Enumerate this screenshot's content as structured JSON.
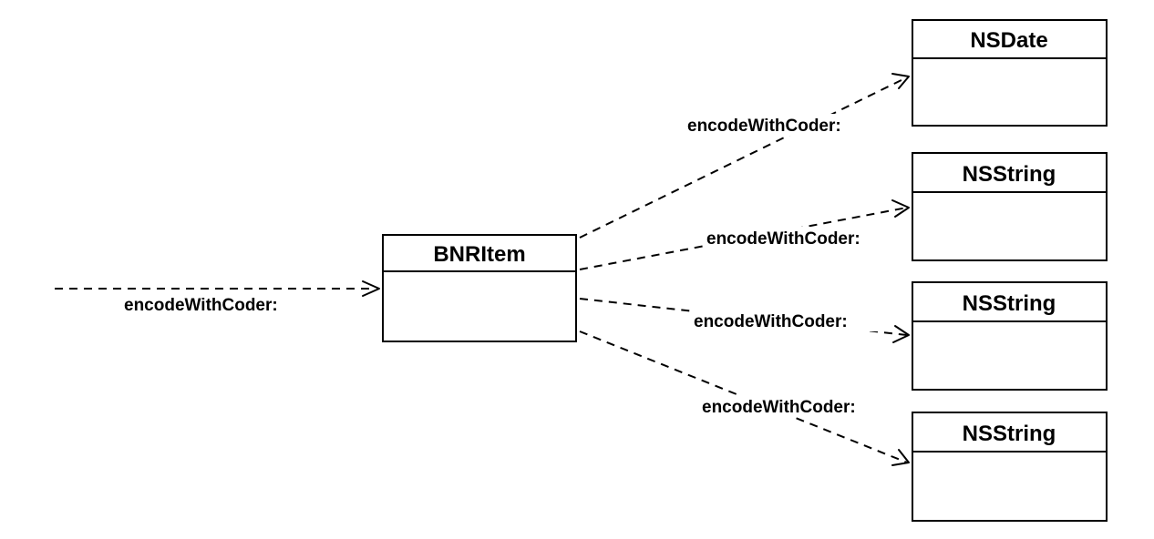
{
  "diagram": {
    "boxes": {
      "bnritem": {
        "title": "BNRItem"
      },
      "nsdate": {
        "title": "NSDate"
      },
      "nsstring1": {
        "title": "NSString"
      },
      "nsstring2": {
        "title": "NSString"
      },
      "nsstring3": {
        "title": "NSString"
      }
    },
    "messages": {
      "incoming": "encodeWithCoder:",
      "to_nsdate": "encodeWithCoder:",
      "to_nsstring1": "encodeWithCoder:",
      "to_nsstring2": "encodeWithCoder:",
      "to_nsstring3": "encodeWithCoder:"
    },
    "line_color": "#000000",
    "background_color": "#ffffff"
  }
}
